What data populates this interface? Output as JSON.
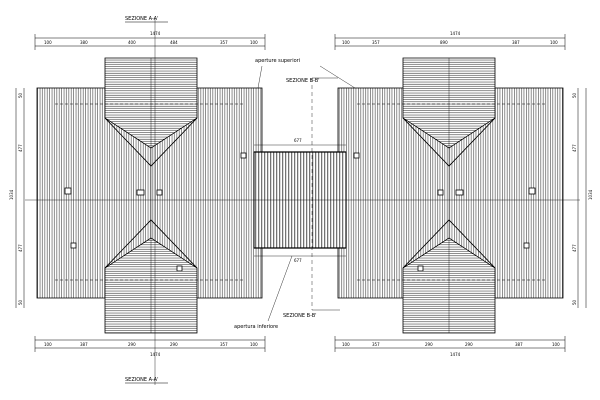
{
  "labels": {
    "section_a_top": "SEZIONE A-A'",
    "section_a_bottom": "SEZIONE A-A'",
    "section_b_top": "SEZIONE B-B'",
    "section_b_bottom": "SEZIONE B-B'",
    "openings_upper": "aperture superiori",
    "openings_lower": "apertura inferiore"
  },
  "dimensions": {
    "left_top_total": "1474",
    "left_top_parts": [
      "100",
      "380",
      "400",
      "484",
      "357",
      "100"
    ],
    "left_bottom_total": "1474",
    "left_bottom_parts": [
      "100",
      "387",
      "290",
      "290",
      "357",
      "100"
    ],
    "right_top_total": "1474",
    "right_top_parts": [
      "100",
      "357",
      "890",
      "387",
      "100"
    ],
    "right_bottom_total": "1474",
    "right_bottom_parts": [
      "100",
      "357",
      "290",
      "290",
      "387",
      "100"
    ],
    "left_side_total": "1034",
    "left_side_parts": [
      "50",
      "477",
      "477",
      "50"
    ],
    "right_side_total": "1034",
    "right_side_parts": [
      "50",
      "477",
      "477",
      "50"
    ],
    "bridge_top": "677",
    "bridge_bottom": "677"
  },
  "colors": {
    "line": "#000000",
    "background": "#ffffff"
  }
}
